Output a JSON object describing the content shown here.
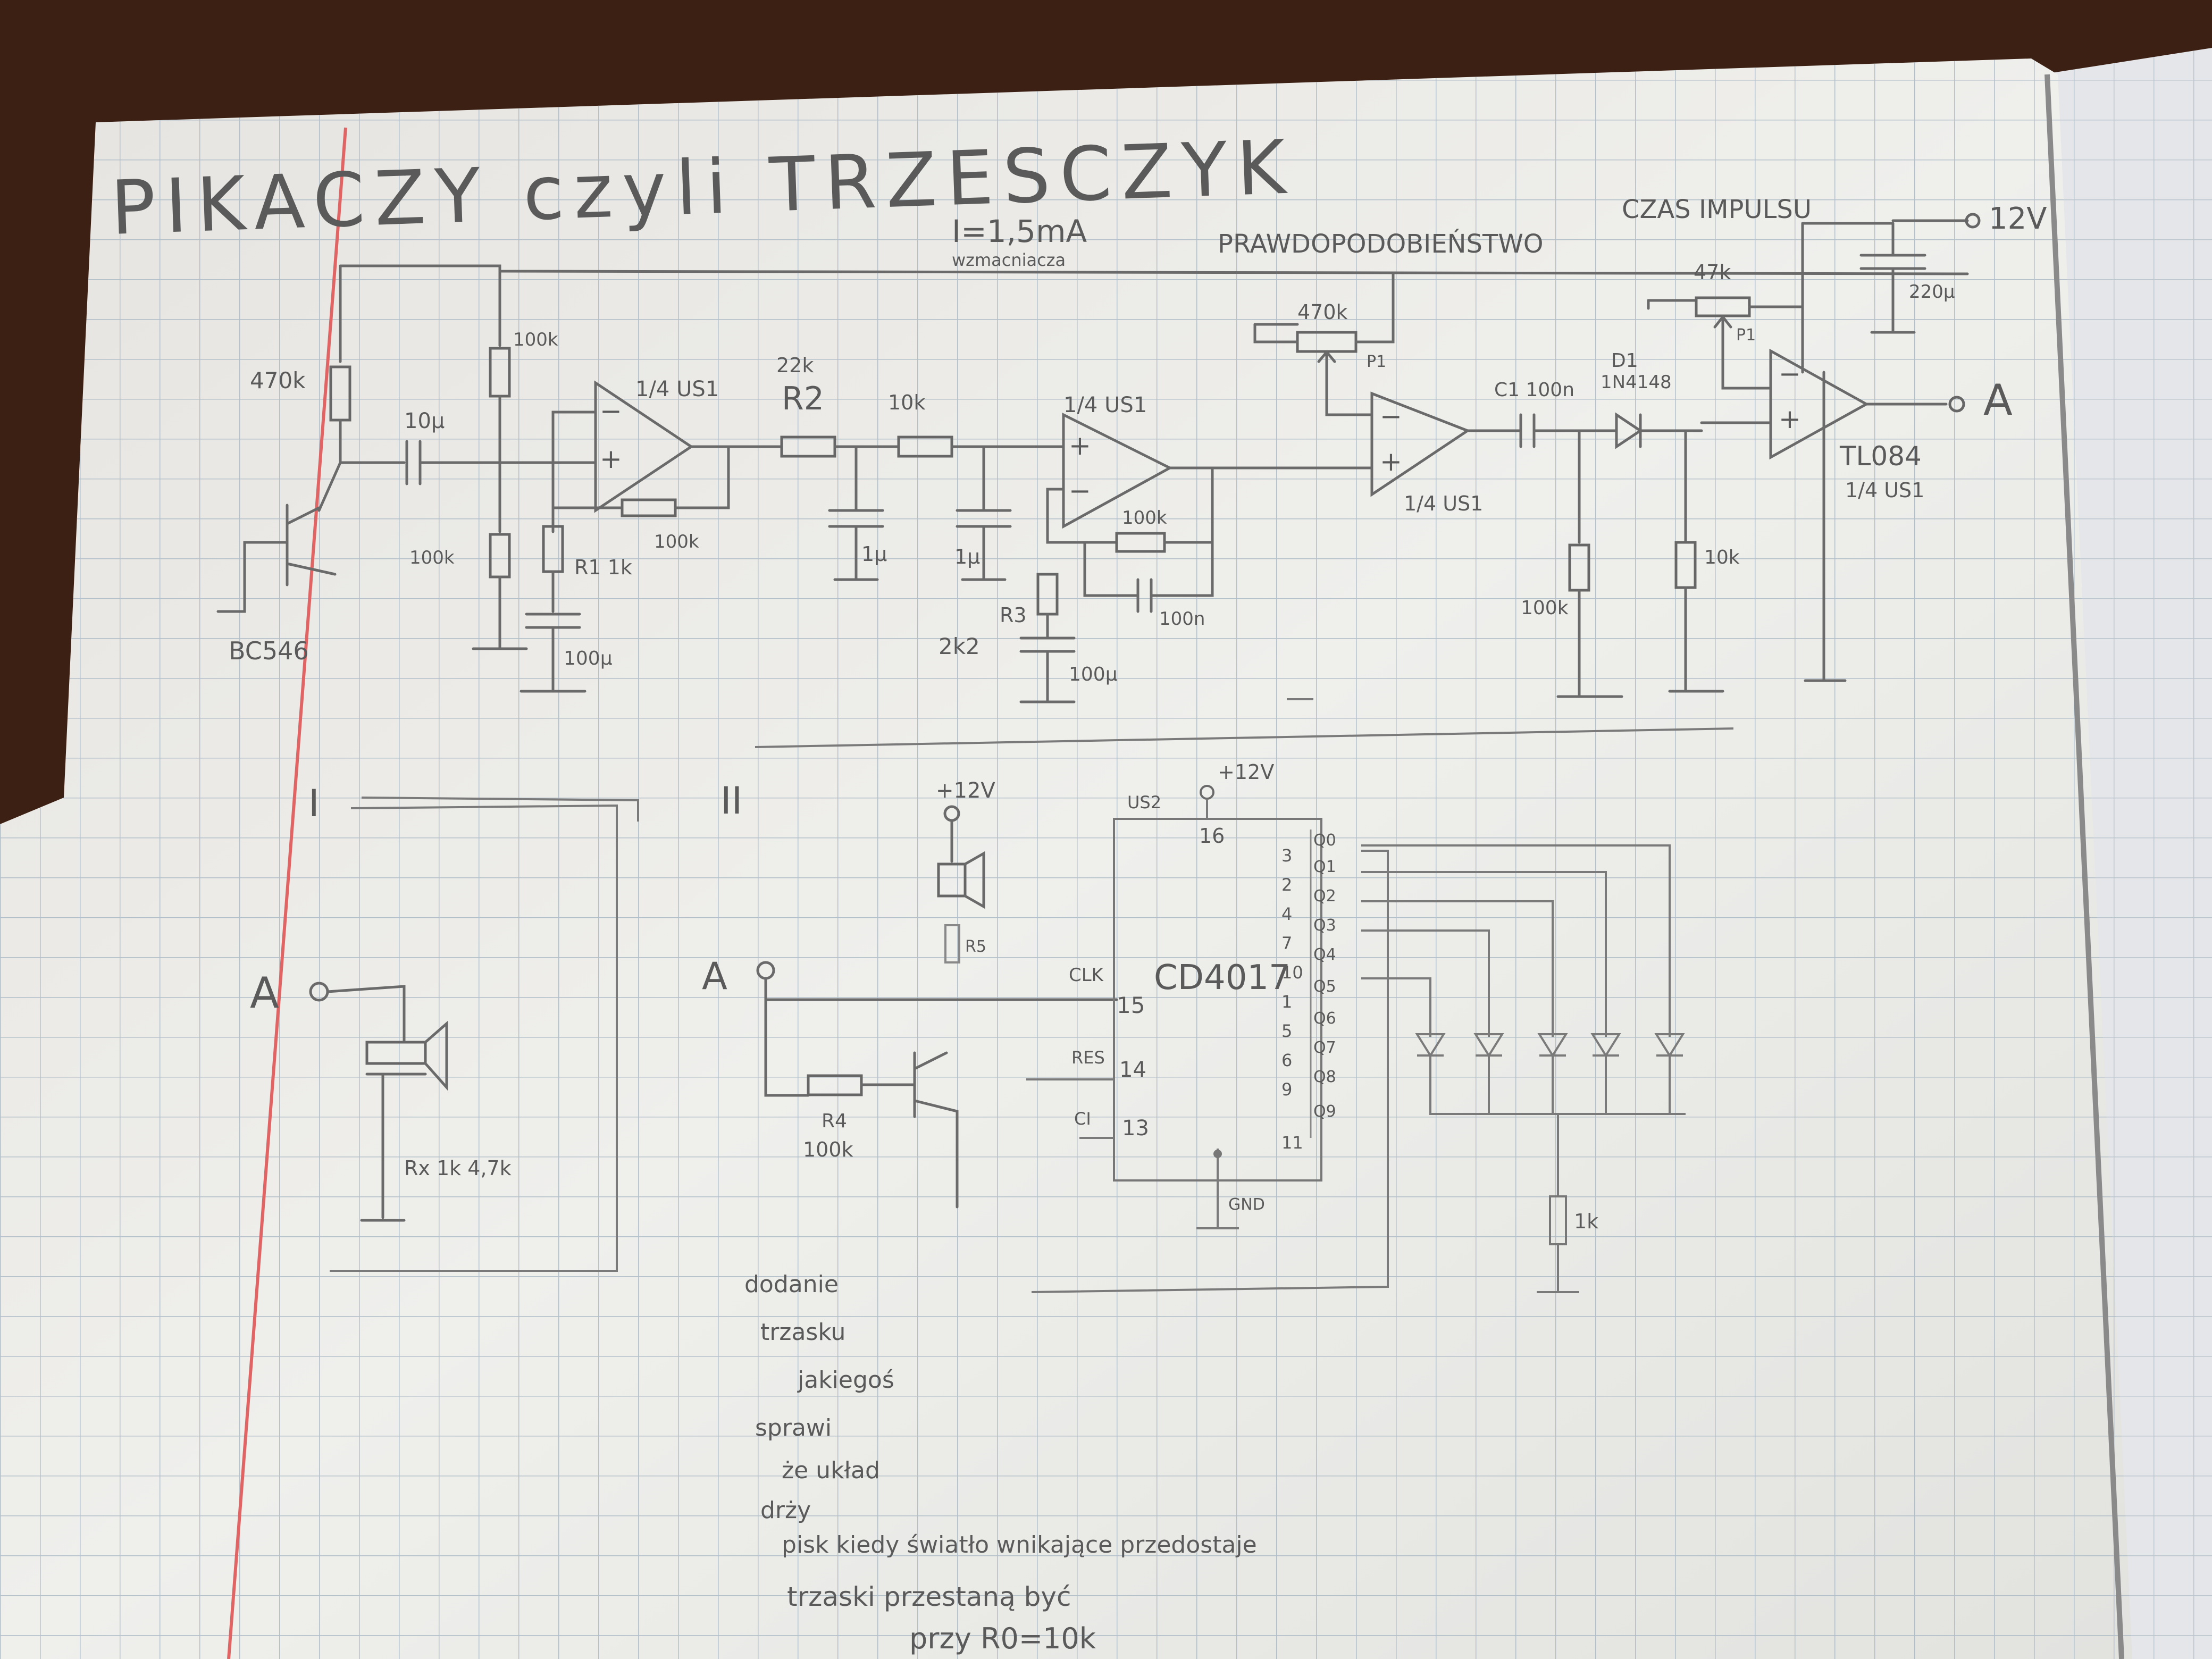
{
  "title": "PIKACZY czyli TRZESCZYK",
  "notes": {
    "current": "I=1,5mA",
    "current_sub": "wzmacniacza",
    "probability": "PRAWDOPODOBIEŃSTWO",
    "pulse_time": "CZAS IMPULSU",
    "supply": "12V",
    "output_a": "A",
    "section_1": "I",
    "section_2": "II"
  },
  "components": {
    "r_470k": "470k",
    "r_100k_top": "100k",
    "r_100k_bottom": "100k",
    "c_10u": "10μ",
    "r1": "R1 1k",
    "c_100u_1": "100μ",
    "r_fb_100k": "100k",
    "opamp1": "1/4 US1",
    "r_22k": "22k",
    "r2": "R2",
    "r_10k": "10k",
    "c_1u_1": "1μ",
    "c_1u_2": "1μ",
    "opamp2": "1/4 US1",
    "r_100k_op2": "100k",
    "c_100n": "100n",
    "r3": "R3",
    "r_2k2": "2k2",
    "c_100u_2": "100μ",
    "p1_pot": "470k",
    "p1_label": "P1",
    "opamp3": "1/4 US1",
    "c1": "C1 100n",
    "d1": "D1",
    "d1_part": "1N4148",
    "r_100k_d": "100k",
    "r_10k_d": "10k",
    "p2_pot": "47k",
    "p2_label": "P1",
    "opamp4": "TL084",
    "opamp4_sub": "1/4 US1",
    "c_supply": "220μ",
    "transistor": "BC546",
    "speaker_r": "Rx 1k 4,7k",
    "us2": "US2",
    "vcc_label": "+12V",
    "vcc_label2": "+12V",
    "pin16": "16",
    "ic": "CD4017",
    "clk": "CLK",
    "pin15": "15",
    "reset": "RES",
    "pin14": "14",
    "ci": "CI",
    "pin13": "13",
    "gnd": "GND",
    "r4": "R4",
    "r4_val": "100k",
    "r5": "R5",
    "r_1k": "1k",
    "outputs": [
      {
        "pin": "3",
        "name": "Q0"
      },
      {
        "pin": "2",
        "name": "Q1"
      },
      {
        "pin": "4",
        "name": "Q2"
      },
      {
        "pin": "7",
        "name": "Q3"
      },
      {
        "pin": "10",
        "name": "Q4"
      },
      {
        "pin": "1",
        "name": "Q5"
      },
      {
        "pin": "5",
        "name": "Q6"
      },
      {
        "pin": "6",
        "name": "Q7"
      },
      {
        "pin": "9",
        "name": "Q8"
      },
      {
        "pin": "11",
        "name": "Q9"
      }
    ]
  },
  "bottom_notes": [
    "dodanie",
    "trzasku",
    "jakiegoś",
    "sprawi",
    "że układ",
    "drży",
    "pisk kiedy światło wnikające przedostaje",
    "trzaski przestaną być",
    "przy R0=10k"
  ]
}
